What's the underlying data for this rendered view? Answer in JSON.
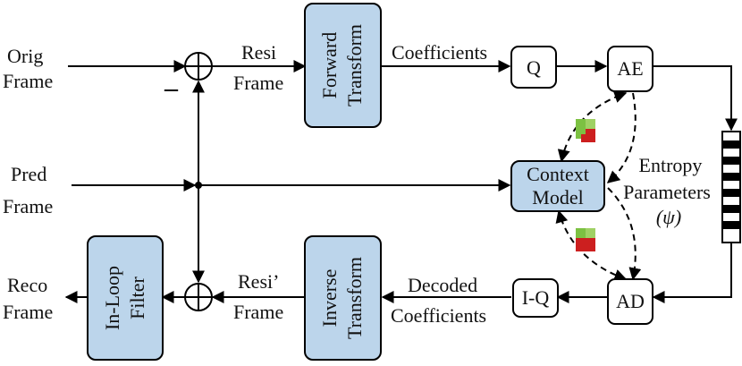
{
  "labels": {
    "orig_line1": "Orig",
    "orig_line2": "Frame",
    "pred_line1": "Pred",
    "pred_line2": "Frame",
    "reco_line1": "Reco",
    "reco_line2": "Frame",
    "resi_line1": "Resi",
    "resi_line2": "Frame",
    "resi2_line1": "Resi’",
    "resi2_line2": "Frame",
    "coefficients": "Coefficients",
    "decoded_line1": "Decoded",
    "decoded_line2": "Coefficients",
    "entropy_line1": "Entropy",
    "entropy_line2": "Parameters",
    "entropy_line3": "(ψ)",
    "minus": "–"
  },
  "blocks": {
    "forward_line1": "Forward",
    "forward_line2": "Transform",
    "inverse_line1": "Inverse",
    "inverse_line2": "Transform",
    "inloop_line1": "In-Loop",
    "inloop_line2": "Filter",
    "q": "Q",
    "ae": "AE",
    "context_line1": "Context",
    "context_line2": "Model",
    "iq": "I-Q",
    "ad": "AD"
  },
  "colors": {
    "block_fill": "#bcd5eb",
    "icon_green": "#7cc142",
    "icon_red": "#cc1f1f"
  }
}
